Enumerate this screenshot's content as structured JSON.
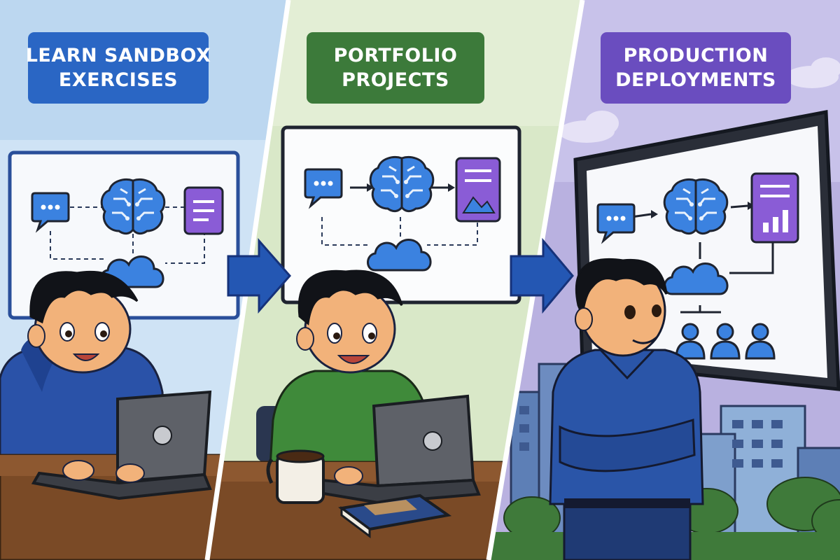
{
  "colors": {
    "panel1_bg": "#cfe3f5",
    "panel2_bg": "#d9e8c8",
    "panel3_bg": "#b9b1e0",
    "label1": "#2a66c4",
    "label2": "#3c7a3a",
    "label3": "#6a4dbf",
    "arrow": "#2457b3",
    "icon_blue": "#3b82e0",
    "icon_purple": "#8a5cd6",
    "outline": "#1f2430"
  },
  "panels": [
    {
      "title_line1": "LEARN SANDBOX",
      "title_line2": "EXERCISES",
      "icons": [
        "chat-bubble-icon",
        "brain-icon",
        "document-icon",
        "cloud-icon"
      ],
      "person": "student-in-blue-hoodie-with-laptop"
    },
    {
      "title_line1": "PORTFOLIO",
      "title_line2": "PROJECTS",
      "icons": [
        "chat-bubble-icon",
        "brain-icon",
        "image-document-icon",
        "cloud-icon",
        "coffee-mug-icon",
        "notebook-icon"
      ],
      "person": "developer-in-green-sweater-with-laptop"
    },
    {
      "title_line1": "PRODUCTION",
      "title_line2": "DEPLOYMENTS",
      "icons": [
        "chat-bubble-icon",
        "brain-icon",
        "chart-document-icon",
        "cloud-icon",
        "users-icon",
        "city-buildings-icon"
      ],
      "person": "professional-with-crossed-arms"
    }
  ],
  "arrows": [
    "arrow-right-icon",
    "arrow-right-icon"
  ]
}
